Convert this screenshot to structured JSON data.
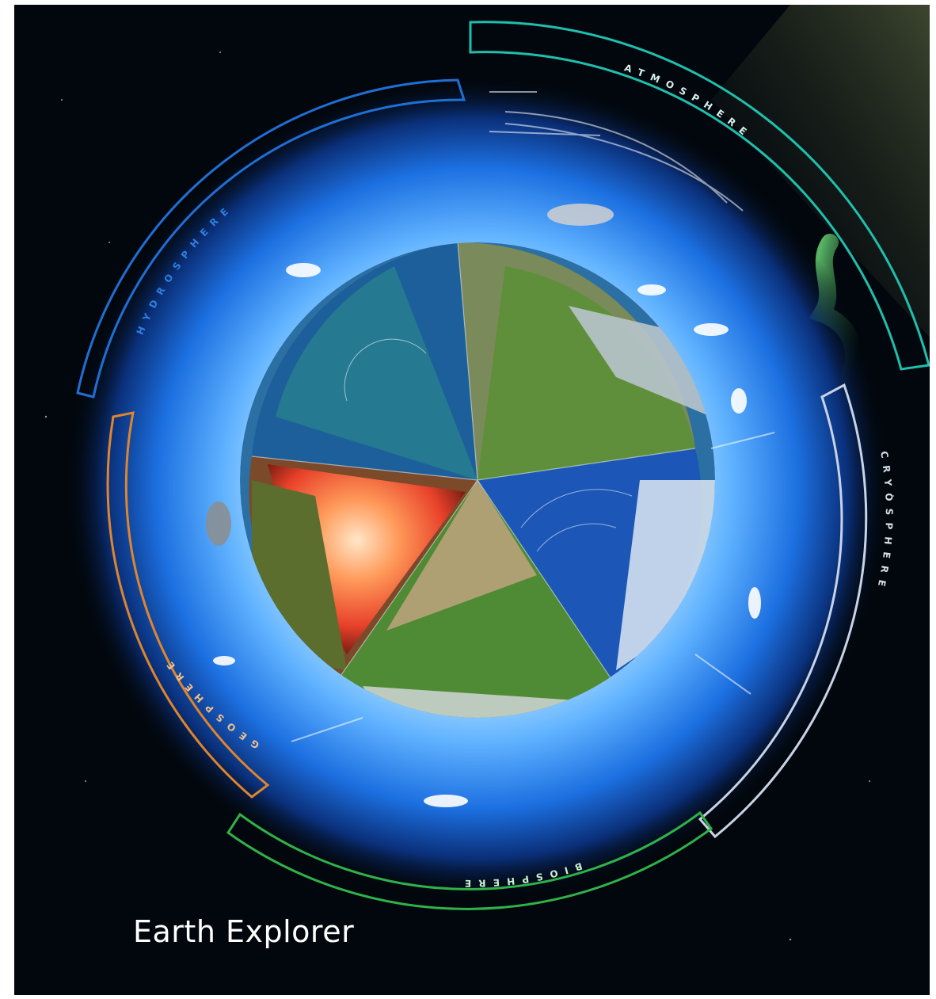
{
  "title": "Earth Explorer",
  "spheres": [
    {
      "key": "hydrosphere",
      "label": "HYDROSPHERE",
      "color": "#1f6fd6"
    },
    {
      "key": "atmosphere",
      "label": "ATMOSPHERE",
      "color": "#1fbfae"
    },
    {
      "key": "cryosphere",
      "label": "CRYOSPHERE",
      "color": "#c9d3e6"
    },
    {
      "key": "biosphere",
      "label": "BIOSPHERE",
      "color": "#2fb24a"
    },
    {
      "key": "geosphere",
      "label": "GEOSPHERE",
      "color": "#e0852c"
    }
  ],
  "colors": {
    "space": "#02070d",
    "glow_inner": "#eaf6ff",
    "glow_mid": "#2f8ff0",
    "ocean": "#1d5f9a",
    "land": "#4f8a34",
    "magma": "#ff6a3a",
    "ice": "#1c57b7"
  }
}
